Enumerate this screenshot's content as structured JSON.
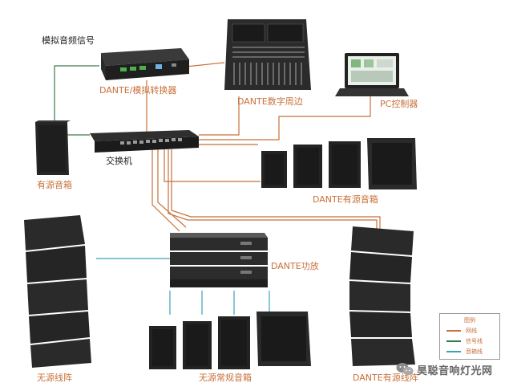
{
  "labels": {
    "analog_signal": "模拟音频信号",
    "dante_converter": "DANTE/模拟转换器",
    "dante_peripheral": "DANTE数字周边",
    "pc_controller": "PC控制器",
    "switch": "交换机",
    "active_speaker": "有源音箱",
    "dante_active_speaker": "DANTE有源音箱",
    "dante_amplifier": "DANTE功放",
    "passive_line_array": "无源线阵",
    "passive_speakers": "无源常规音箱",
    "dante_active_line_array": "DANTE有源线阵"
  },
  "legend": {
    "title": "图例",
    "items": [
      {
        "label": "网线",
        "color": "#c8703a"
      },
      {
        "label": "信号线",
        "color": "#3a7a4a"
      },
      {
        "label": "音箱线",
        "color": "#3aa3b8"
      }
    ]
  },
  "watermark": {
    "text": "昊聪音响灯光网"
  },
  "colors": {
    "network": "#c8703a",
    "signal": "#3a7a4a",
    "speaker": "#3aa3b8",
    "label": "#c8703a"
  }
}
